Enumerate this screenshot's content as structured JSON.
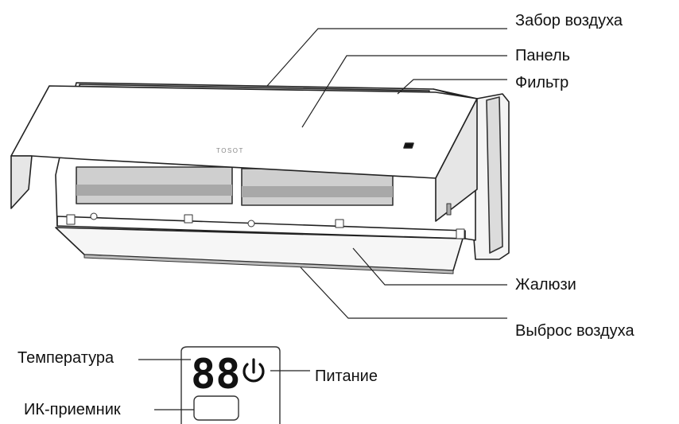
{
  "labels": {
    "air_intake": "Забор воздуха",
    "panel": "Панель",
    "filter": "Фильтр",
    "louver": "Жалюзи",
    "air_outlet": "Выброс воздуха",
    "temperature": "Температура",
    "ir_receiver": "ИК-приемник",
    "power": "Питание"
  },
  "unit": {
    "brand": "TOSOT"
  },
  "display": {
    "digits": "88",
    "power_symbol": "⏻"
  }
}
